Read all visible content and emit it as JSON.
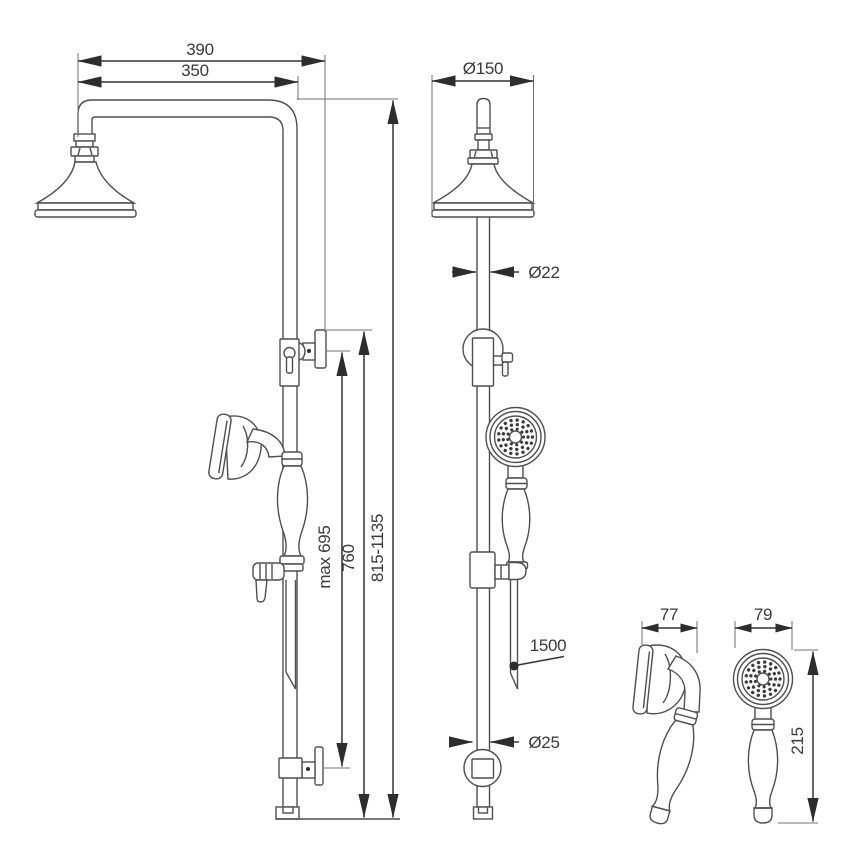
{
  "drawing": {
    "kind": "shower-column-technical-drawing",
    "background": "#ffffff"
  },
  "colors": {
    "outline": "#4f4f4f",
    "dimension": "#333333",
    "arrow": "#2d2d2d",
    "text": "#3a3a3a",
    "dark_cap": "#2f2f2f"
  },
  "views": {
    "side_view": {
      "dimensions": {
        "arm_width_overall": "390",
        "arm_width_to_pipe": "350",
        "bracket_spacing": "max 695",
        "rail_height": "760",
        "overall_height": "815-1135"
      }
    },
    "front_view": {
      "dimensions": {
        "head_diameter": "Ø150",
        "pipe_diameter": "Ø22",
        "hose_length": "1500",
        "lower_pipe_diameter": "Ø25"
      }
    },
    "handset_detail": {
      "dimensions": {
        "side_width": "77",
        "front_width": "79",
        "height": "215"
      }
    }
  }
}
